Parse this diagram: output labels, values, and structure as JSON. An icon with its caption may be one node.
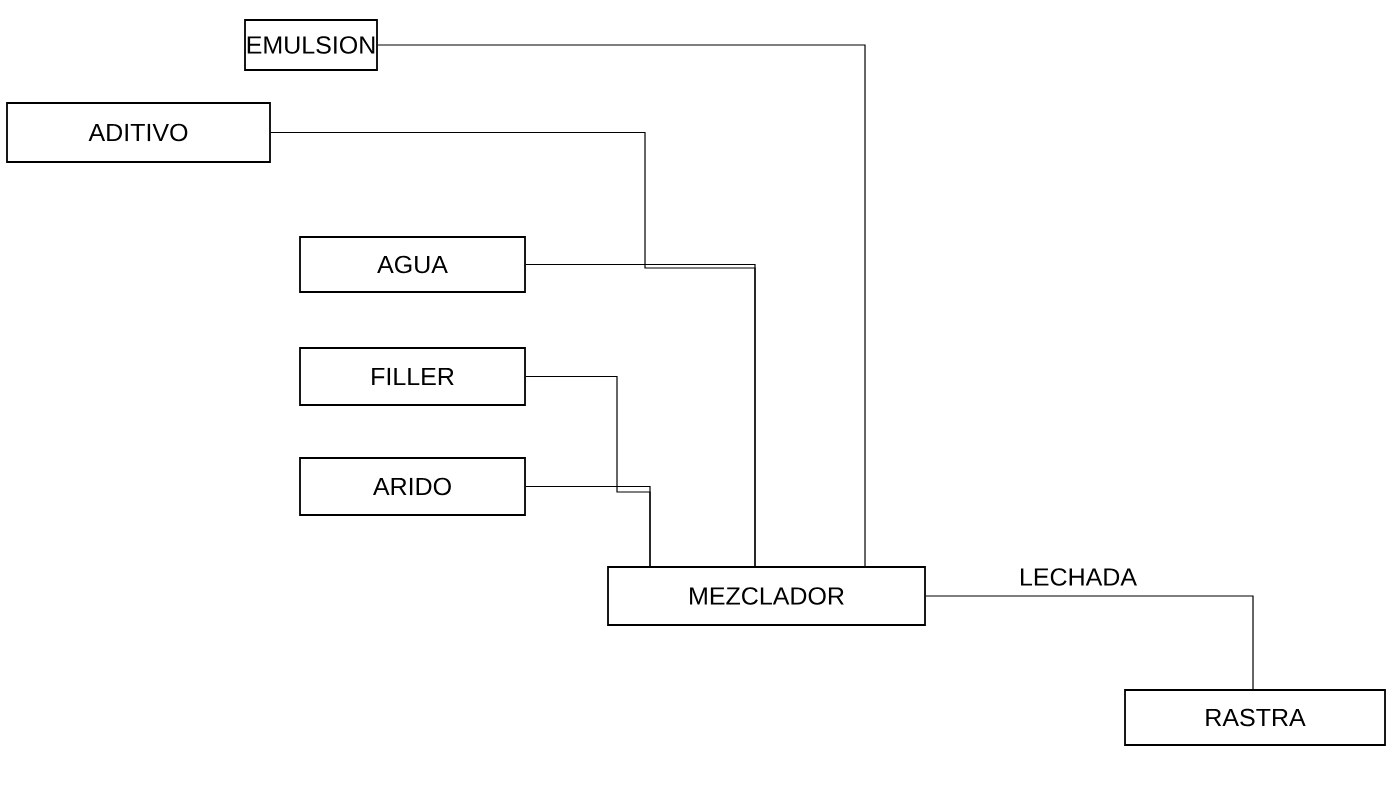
{
  "diagram": {
    "nodes": [
      {
        "text": [
          "EMULSION"
        ]
      },
      {
        "text": [
          "ADITIVO"
        ]
      },
      {
        "text": [
          "AGUA"
        ]
      },
      {
        "text": [
          "FILLER"
        ]
      },
      {
        "text": [
          "ARIDO"
        ]
      },
      {
        "text": [
          "MEZCLADOR"
        ]
      },
      {
        "text": [
          "RASTRA"
        ]
      }
    ],
    "edges": [
      {
        "from": 0,
        "to": 5,
        "arrow": "none"
      },
      {
        "from": 1,
        "to": 5,
        "arrow": "none"
      },
      {
        "from": 2,
        "to": 5,
        "arrow": "none"
      },
      {
        "from": 3,
        "to": 5,
        "arrow": "none"
      },
      {
        "from": 4,
        "to": 5,
        "arrow": "none"
      },
      {
        "from": 5,
        "to": 6,
        "arrow": "none",
        "label": "LECHADA"
      }
    ]
  }
}
